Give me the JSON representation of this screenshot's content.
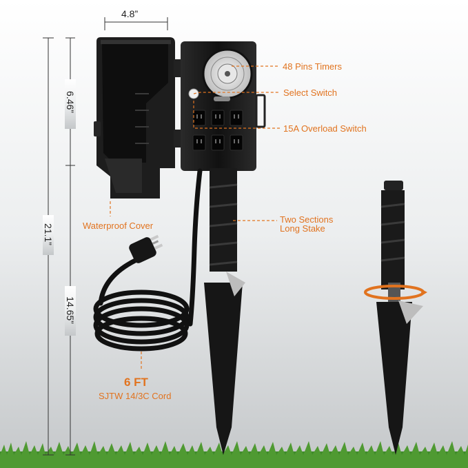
{
  "dimensions": {
    "width_label": "4.8”",
    "box_height_label": "6.46”",
    "total_height_label": "21.1”",
    "stake_height_label": "14.65”"
  },
  "callouts": {
    "timer": "48 Pins Timers",
    "select": "Select Switch",
    "overload": "15A Overload Switch",
    "cover": "Waterproof Cover",
    "stake_line1": "Two Sections",
    "stake_line2": "Long Stake",
    "cord_length": "6 FT",
    "cord_type": "SJTW 14/3C Cord"
  },
  "colors": {
    "accent": "#e1731f",
    "product": "#1c1c1c",
    "grass": "#3f8a2a"
  }
}
